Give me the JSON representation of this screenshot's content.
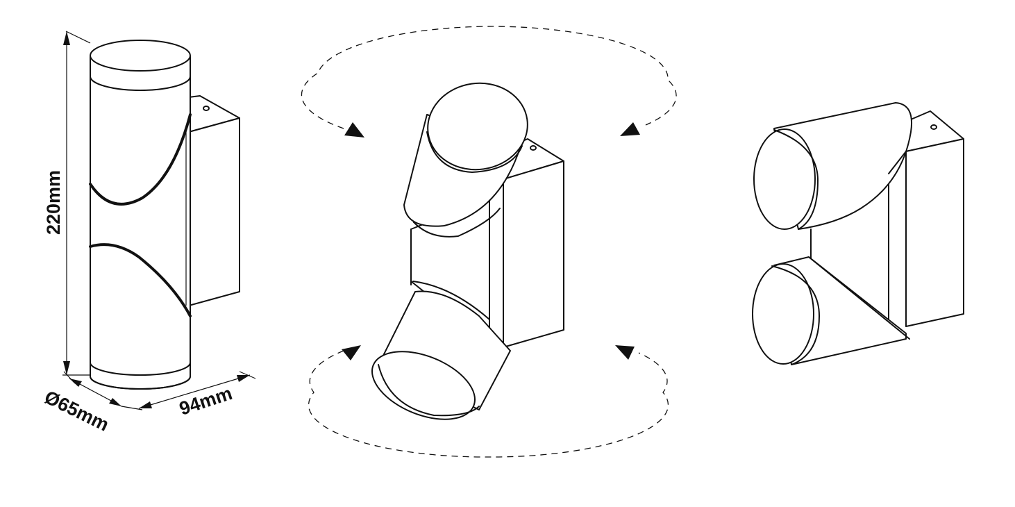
{
  "dimensions": {
    "height_label": "220mm",
    "diameter_label": "Ø65mm",
    "depth_label": "94mm"
  },
  "views": [
    {
      "id": "front-view"
    },
    {
      "id": "rotating-view"
    },
    {
      "id": "side-view"
    }
  ]
}
